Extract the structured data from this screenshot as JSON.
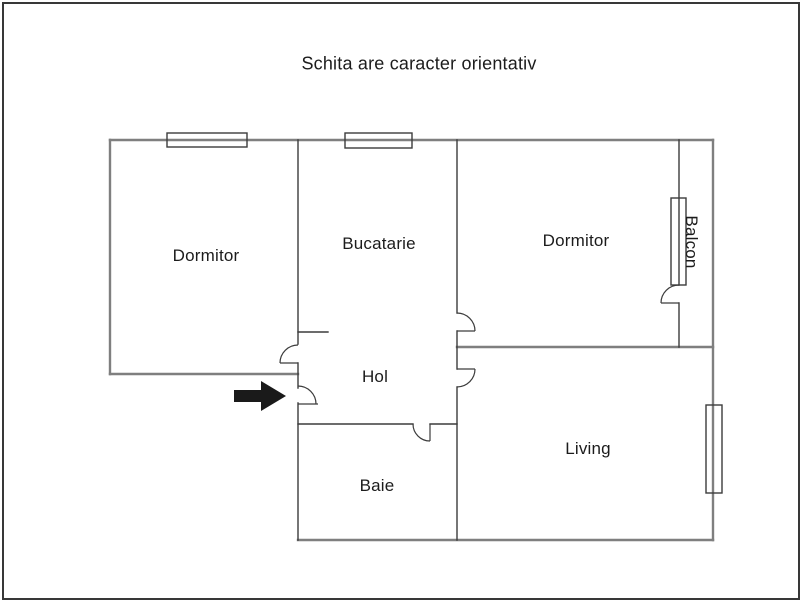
{
  "title": "Schita are caracter orientativ",
  "rooms": {
    "dormitor_left": {
      "label": "Dormitor"
    },
    "bucatarie": {
      "label": "Bucatarie"
    },
    "dormitor_right": {
      "label": "Dormitor"
    },
    "balcon": {
      "label": "Balcon"
    },
    "hol": {
      "label": "Hol"
    },
    "baie": {
      "label": "Baie"
    },
    "living": {
      "label": "Living"
    }
  },
  "colors": {
    "structural_wall": "#7f7f7f",
    "partition_line": "#3c3c3c",
    "entrance_arrow": "#1a1a1a",
    "text": "#1c1c1c",
    "page_border": "#383838",
    "background": "#ffffff"
  }
}
